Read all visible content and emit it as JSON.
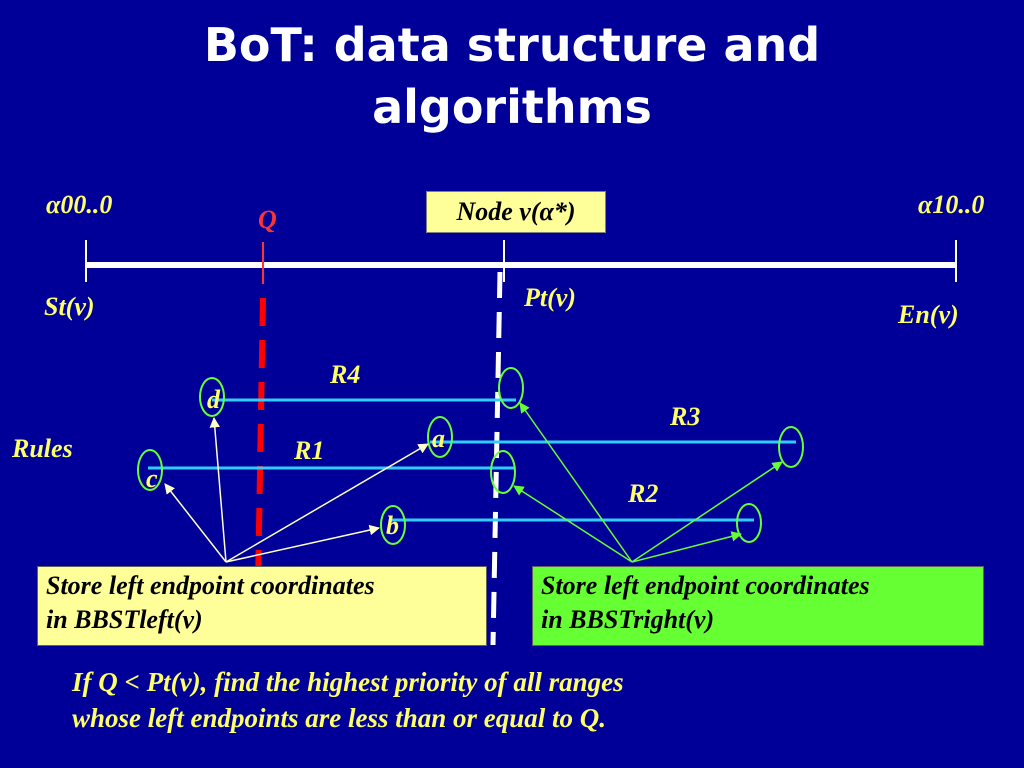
{
  "slide": {
    "title_line1": "BoT: data structure and",
    "title_line2": "algorithms"
  },
  "axis": {
    "left_end_label": "α00..0",
    "right_end_label": "α10..0",
    "start_label": "St(v)",
    "end_label": "En(v)",
    "pivot_label": "Pt(v)",
    "query_label": "Q",
    "node_label": "Node v(α*)"
  },
  "ranges": {
    "r1": "R1",
    "r2": "R2",
    "r3": "R3",
    "r4": "R4"
  },
  "endpoints": {
    "a": "a",
    "b": "b",
    "c": "c",
    "d": "d"
  },
  "rules_label": "Rules",
  "boxes": {
    "left_line1": "Store left endpoint coordinates",
    "left_line2": "in BBSTleft(v)",
    "right_line1": "Store left endpoint coordinates",
    "right_line2": "in BBSTright(v)"
  },
  "note": {
    "line1": "If Q < Pt(v), find the highest priority of all ranges",
    "line2": "whose left endpoints are less than or equal to Q."
  },
  "colors": {
    "background": "#000099",
    "title": "#ffffff",
    "label": "#ffff66",
    "query": "#ff3333",
    "range_line": "#33ccff",
    "arrow_yellow": "#ffffcc",
    "arrow_green": "#66ff33",
    "left_box": "#ffff99",
    "right_box": "#66ff33"
  }
}
